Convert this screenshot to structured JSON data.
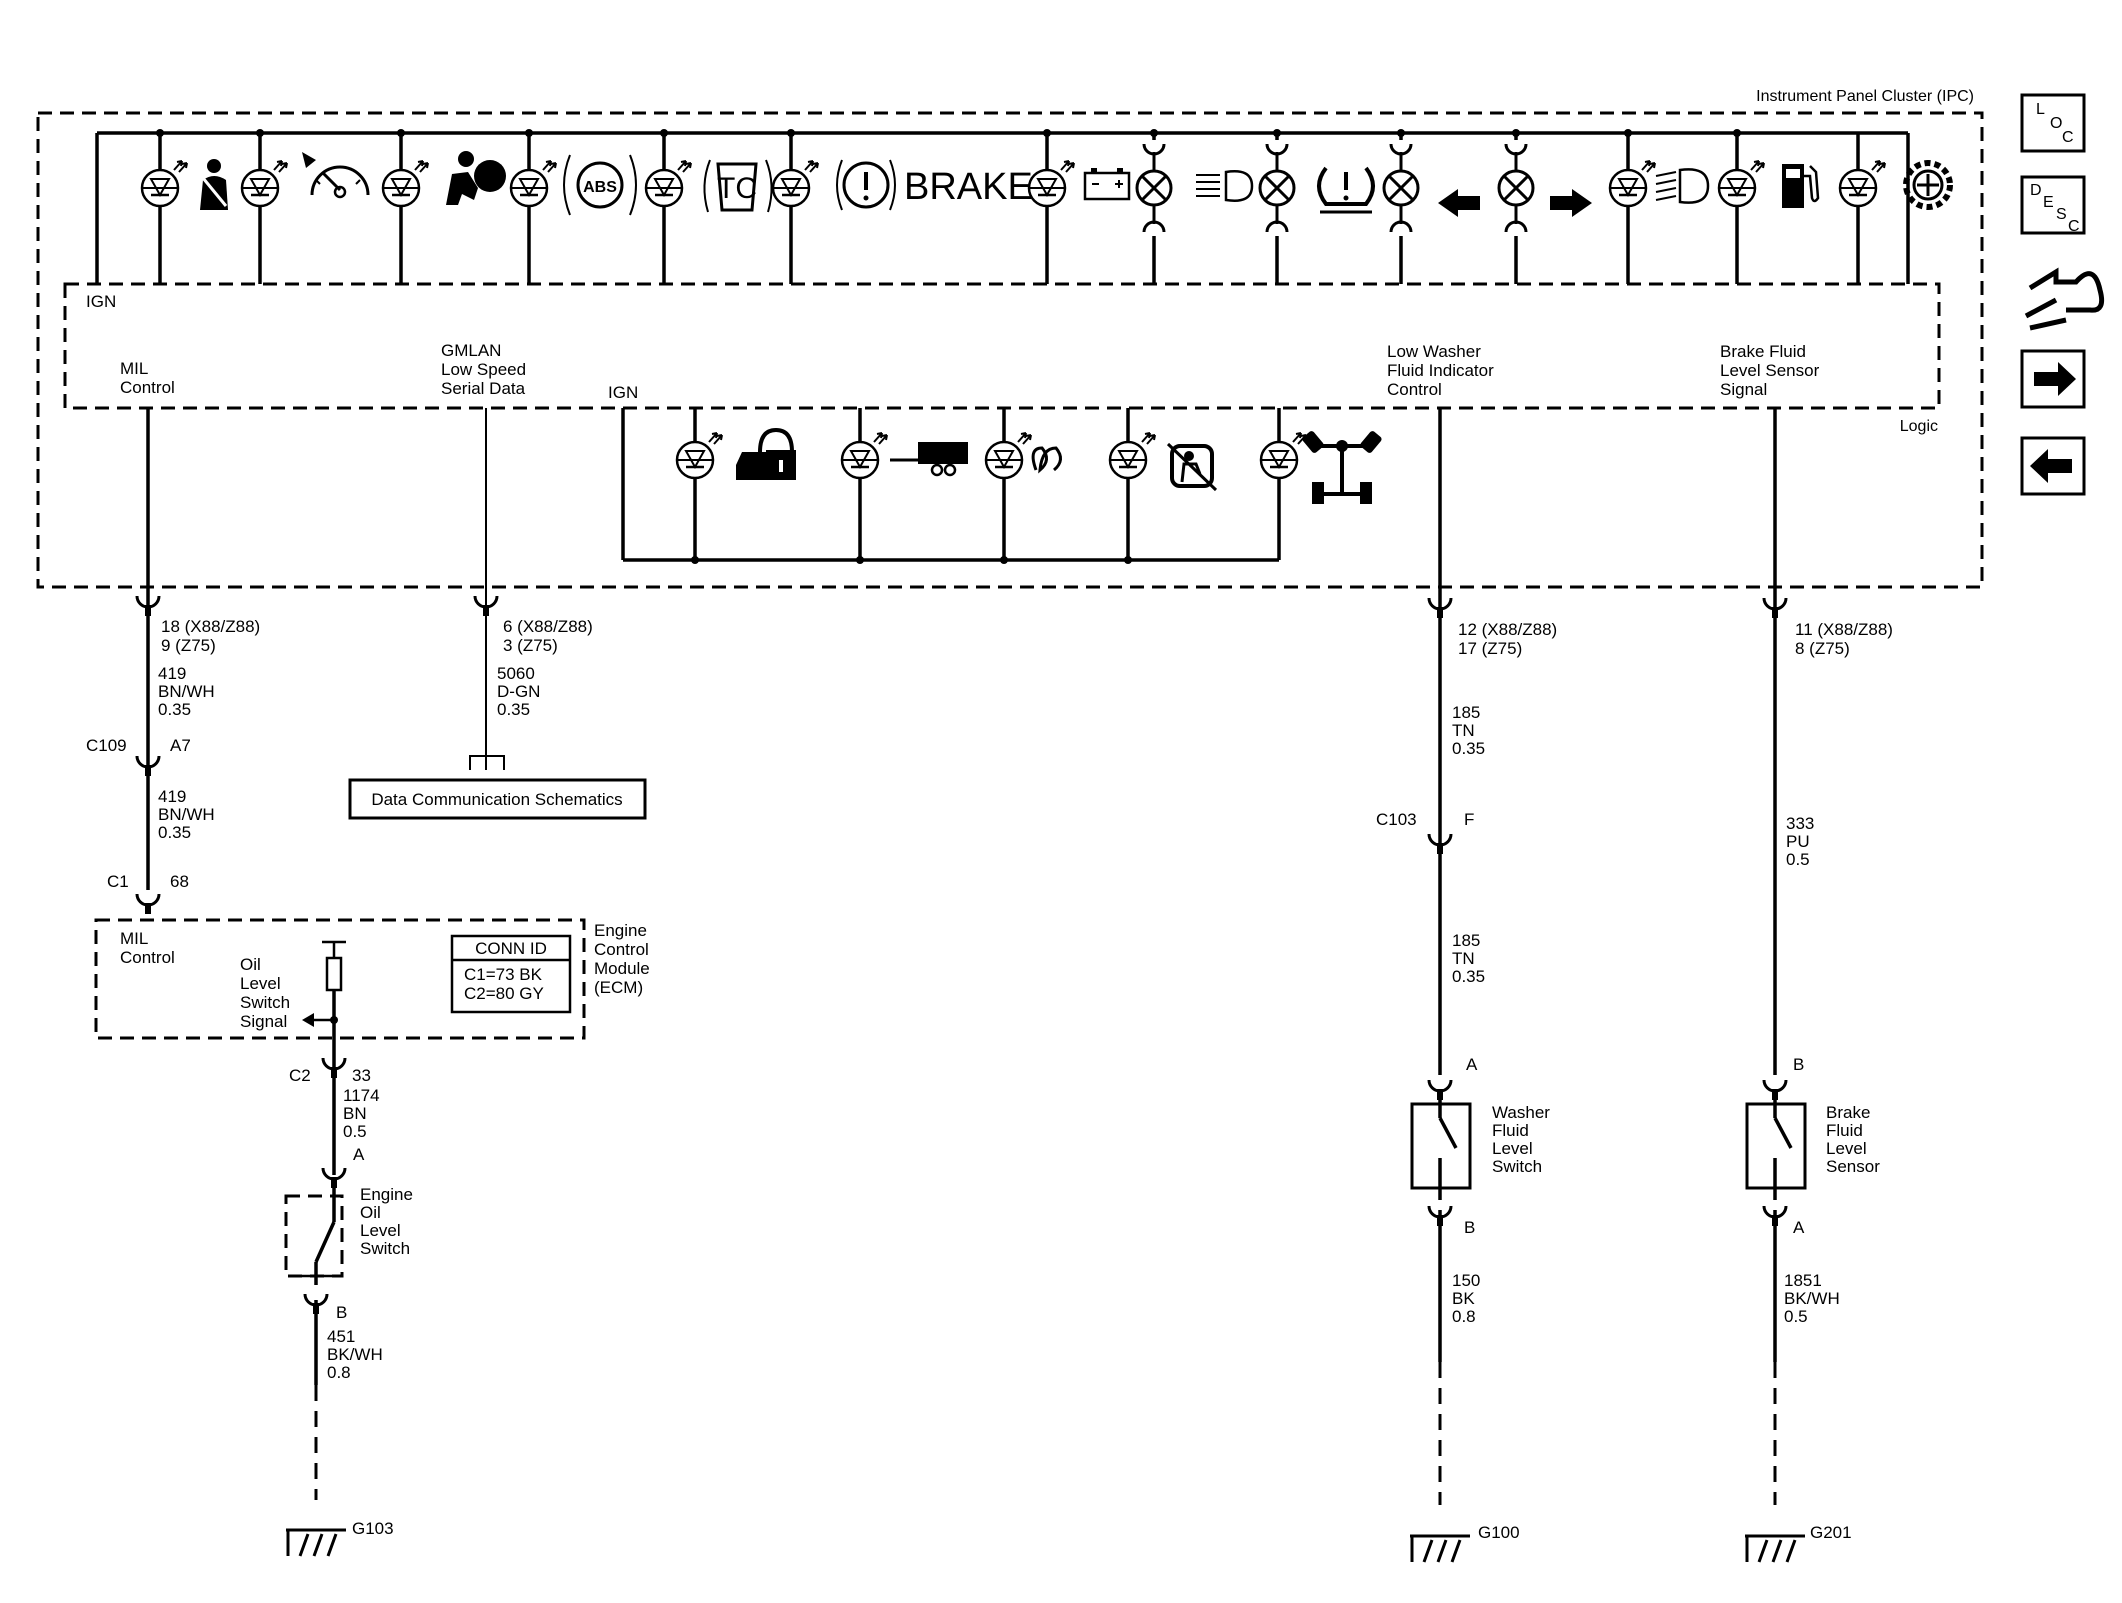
{
  "ipc": {
    "title": "Instrument Panel Cluster (IPC)",
    "logic": "Logic",
    "ign_top": "IGN",
    "ign_inner": "IGN",
    "mil_control": [
      "MIL",
      "Control"
    ],
    "gmlan": [
      "GMLAN",
      "Low Speed",
      "Serial Data"
    ],
    "low_washer": [
      "Low Washer",
      "Fluid Indicator",
      "Control"
    ],
    "brake_fluid": [
      "Brake Fluid",
      "Level Sensor",
      "Signal"
    ],
    "brake_label": "BRAKE",
    "abs_label": "ABS",
    "tc_label": "TC"
  },
  "nav": {
    "loc": [
      "L",
      "O",
      "C"
    ],
    "desc": [
      "D",
      "E",
      "S",
      "C"
    ]
  },
  "mil_circuit": {
    "pin": [
      "18 (X88/Z88)",
      "9 (Z75)"
    ],
    "wire1": [
      "419",
      "BN/WH",
      "0.35"
    ],
    "c109": "C109",
    "a7": "A7",
    "wire2": [
      "419",
      "BN/WH",
      "0.35"
    ],
    "c1": "C1",
    "p68": "68"
  },
  "gmlan_circuit": {
    "pin": [
      "6 (X88/Z88)",
      "3 (Z75)"
    ],
    "wire": [
      "5060",
      "D-GN",
      "0.35"
    ],
    "ref": "Data Communication Schematics"
  },
  "ecm": {
    "title": [
      "Engine",
      "Control",
      "Module",
      "(ECM)"
    ],
    "mil": [
      "MIL",
      "Control"
    ],
    "oil": [
      "Oil",
      "Level",
      "Switch",
      "Signal"
    ],
    "conn_title": "CONN ID",
    "conn_rows": [
      "C1=73 BK",
      "C2=80 GY"
    ]
  },
  "oil_circuit": {
    "c2": "C2",
    "p33": "33",
    "wire1": [
      "1174",
      "BN",
      "0.5"
    ],
    "pin_a": "A",
    "switch": [
      "Engine",
      "Oil",
      "Level",
      "Switch"
    ],
    "pin_b": "B",
    "wire2": [
      "451",
      "BK/WH",
      "0.8"
    ],
    "ground": "G103"
  },
  "washer_circuit": {
    "pin": [
      "12 (X88/Z88)",
      "17 (Z75)"
    ],
    "wire1": [
      "185",
      "TN",
      "0.35"
    ],
    "c103": "C103",
    "f": "F",
    "wire2": [
      "185",
      "TN",
      "0.35"
    ],
    "pin_a": "A",
    "switch": [
      "Washer",
      "Fluid",
      "Level",
      "Switch"
    ],
    "pin_b": "B",
    "wire3": [
      "150",
      "BK",
      "0.8"
    ],
    "ground": "G100"
  },
  "brake_circuit": {
    "pin": [
      "11 (X88/Z88)",
      "8 (Z75)"
    ],
    "wire1": [
      "333",
      "PU",
      "0.5"
    ],
    "pin_b": "B",
    "sensor": [
      "Brake",
      "Fluid",
      "Level",
      "Sensor"
    ],
    "pin_a": "A",
    "wire2": [
      "1851",
      "BK/WH",
      "0.5"
    ],
    "ground": "G201"
  }
}
